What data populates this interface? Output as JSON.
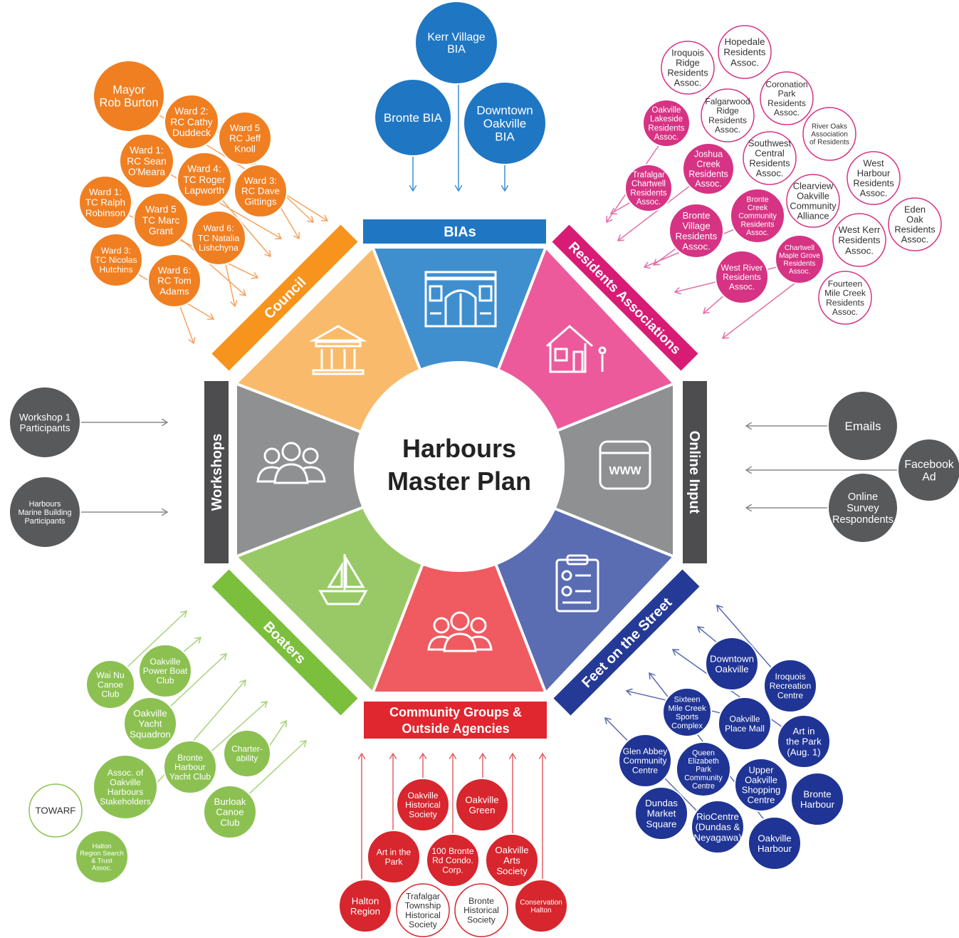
{
  "title_lines": [
    "Harbours",
    "Master Plan"
  ],
  "sectors": [
    {
      "key": "bias",
      "label": "BIAs",
      "color": "#3f8fcf",
      "band_color": "#1f77c4",
      "icon": "storefront-icon"
    },
    {
      "key": "residents",
      "label": "Residents Associations",
      "color": "#ec5a9c",
      "band_color": "#d81b74",
      "icon": "house-icon"
    },
    {
      "key": "online",
      "label": "Online Input",
      "color": "#8f9092",
      "band_color": "#4d4d4f",
      "icon": "www-icon"
    },
    {
      "key": "feet",
      "label": "Feet on the Street",
      "color": "#5a6cb2",
      "band_color": "#253996",
      "icon": "clipboard-icon"
    },
    {
      "key": "community",
      "label_lines": [
        "Community Groups &",
        "Outside Agencies"
      ],
      "color": "#ef5b60",
      "band_color": "#e0262f",
      "icon": "people-icon"
    },
    {
      "key": "boaters",
      "label": "Boaters",
      "color": "#99c966",
      "band_color": "#7cbf3c",
      "icon": "sailboat-icon"
    },
    {
      "key": "workshops",
      "label": "Workshops",
      "color": "#8f9092",
      "band_color": "#4d4d4f",
      "icon": "group-icon"
    },
    {
      "key": "council",
      "label": "Council",
      "color": "#f9bb6b",
      "band_color": "#f7941d",
      "icon": "town-hall-icon"
    }
  ],
  "groups": {
    "bias": {
      "color": "#1f77c4",
      "items": [
        {
          "lines": [
            "Kerr Village",
            "BIA"
          ]
        },
        {
          "lines": [
            "Bronte BIA"
          ]
        },
        {
          "lines": [
            "Downtown",
            "Oakville",
            "BIA"
          ]
        }
      ]
    },
    "council": {
      "color": "#f07f22",
      "items": [
        {
          "lines": [
            "Mayor",
            "Rob Burton"
          ]
        },
        {
          "lines": [
            "Ward 2:",
            "RC Cathy",
            "Duddeck"
          ]
        },
        {
          "lines": [
            "Ward 5",
            "RC Jeff",
            "Knoll"
          ]
        },
        {
          "lines": [
            "Ward 1:",
            "RC Sean",
            "O'Meara"
          ]
        },
        {
          "lines": [
            "Ward 4:",
            "TC Roger",
            "Lapworth"
          ]
        },
        {
          "lines": [
            "Ward 3:",
            "RC Dave",
            "Gittings"
          ]
        },
        {
          "lines": [
            "Ward 1:",
            "TC Ralph",
            "Robinson"
          ]
        },
        {
          "lines": [
            "Ward 5",
            "TC Marc",
            "Grant"
          ]
        },
        {
          "lines": [
            "Ward 6:",
            "TC Natalia",
            "Lishchyna"
          ]
        },
        {
          "lines": [
            "Ward 3:",
            "TC Nicolas",
            "Hutchins"
          ]
        },
        {
          "lines": [
            "Ward 6:",
            "RC Tom",
            "Adams"
          ]
        }
      ]
    },
    "residents": {
      "color": "#d63384",
      "items": [
        {
          "lines": [
            "Iroquois",
            "Ridge",
            "Residents",
            "Assoc."
          ]
        },
        {
          "lines": [
            "Hopedale",
            "Residents",
            "Assoc."
          ]
        },
        {
          "lines": [
            "Coronation",
            "Park",
            "Residents",
            "Assoc."
          ]
        },
        {
          "lines": [
            "Falgarwood",
            "Ridge",
            "Residents",
            "Assoc."
          ]
        },
        {
          "lines": [
            "Oakville",
            "Lakeside",
            "Residents",
            "Assoc."
          ]
        },
        {
          "lines": [
            "River Oaks",
            "Association",
            "of Residents"
          ]
        },
        {
          "lines": [
            "Southwest",
            "Central",
            "Residents",
            "Assoc."
          ]
        },
        {
          "lines": [
            "Joshua",
            "Creek",
            "Residents",
            "Assoc."
          ]
        },
        {
          "lines": [
            "Trafalgar",
            "Chartwell",
            "Residents",
            "Assoc."
          ]
        },
        {
          "lines": [
            "West",
            "Harbour",
            "Residents",
            "Assoc."
          ]
        },
        {
          "lines": [
            "Clearview",
            "Oakville",
            "Community",
            "Alliance"
          ]
        },
        {
          "lines": [
            "Eden",
            "Oak",
            "Residents",
            "Assoc."
          ]
        },
        {
          "lines": [
            "Bronte",
            "Creek",
            "Community",
            "Residents",
            "Assoc."
          ]
        },
        {
          "lines": [
            "Bronte",
            "Village",
            "Residents",
            "Assoc."
          ]
        },
        {
          "lines": [
            "West Kerr",
            "Residents",
            "Assoc."
          ]
        },
        {
          "lines": [
            "Chartwell",
            "Maple Grove",
            "Residents",
            "Assoc."
          ]
        },
        {
          "lines": [
            "West River",
            "Residents",
            "Assoc."
          ]
        },
        {
          "lines": [
            "Fourteen",
            "Mile Creek",
            "Residents",
            "Assoc."
          ]
        }
      ]
    },
    "online": {
      "color": "#58595b",
      "items": [
        {
          "lines": [
            "Emails"
          ]
        },
        {
          "lines": [
            "Facebook",
            "Ad"
          ]
        },
        {
          "lines": [
            "Online",
            "Survey",
            "Respondents"
          ]
        }
      ]
    },
    "workshops": {
      "color": "#58595b",
      "items": [
        {
          "lines": [
            "Workshop 1",
            "Participants"
          ]
        },
        {
          "lines": [
            "Harbours",
            "Marine Building",
            "Participants"
          ]
        }
      ]
    },
    "feet": {
      "color": "#1f3494",
      "items": [
        {
          "lines": [
            "Downtown",
            "Oakville"
          ]
        },
        {
          "lines": [
            "Iroquois",
            "Recreation",
            "Centre"
          ]
        },
        {
          "lines": [
            "Sixteen",
            "Mile Creek",
            "Sports",
            "Complex"
          ]
        },
        {
          "lines": [
            "Oakville",
            "Place Mall"
          ]
        },
        {
          "lines": [
            "Art in",
            "the Park",
            "(Aug. 1)"
          ]
        },
        {
          "lines": [
            "Glen Abbey",
            "Community",
            "Centre"
          ]
        },
        {
          "lines": [
            "Queen",
            "Elizabeth",
            "Park",
            "Community",
            "Centre"
          ]
        },
        {
          "lines": [
            "Upper",
            "Oakville",
            "Shopping",
            "Centre"
          ]
        },
        {
          "lines": [
            "Bronte",
            "Harbour"
          ]
        },
        {
          "lines": [
            "Dundas",
            "Market",
            "Square"
          ]
        },
        {
          "lines": [
            "RioCentre",
            "(Dundas &",
            "Neyagawa)"
          ]
        },
        {
          "lines": [
            "Oakville",
            "Harbour"
          ]
        }
      ]
    },
    "community": {
      "color": "#d7262e",
      "items": [
        {
          "lines": [
            "Oakville",
            "Historical",
            "Society"
          ]
        },
        {
          "lines": [
            "Oakville",
            "Green"
          ]
        },
        {
          "lines": [
            "Art in the",
            "Park"
          ]
        },
        {
          "lines": [
            "100 Bronte",
            "Rd Condo.",
            "Corp."
          ]
        },
        {
          "lines": [
            "Oakville",
            "Arts",
            "Society"
          ]
        },
        {
          "lines": [
            "Halton",
            "Region"
          ]
        },
        {
          "lines": [
            "Trafalgar",
            "Township",
            "Historical",
            "Society"
          ]
        },
        {
          "lines": [
            "Bronte",
            "Historical",
            "Society"
          ]
        },
        {
          "lines": [
            "Conservation",
            "Halton"
          ]
        }
      ]
    },
    "boaters": {
      "color": "#8cc152",
      "items": [
        {
          "lines": [
            "Oakville",
            "Power Boat",
            "Club"
          ]
        },
        {
          "lines": [
            "Wai Nu",
            "Canoe",
            "Club"
          ]
        },
        {
          "lines": [
            "Oakville",
            "Yacht",
            "Squadron"
          ]
        },
        {
          "lines": [
            "Charter-",
            "ability"
          ]
        },
        {
          "lines": [
            "Bronte",
            "Harbour",
            "Yacht Club"
          ]
        },
        {
          "lines": [
            "Assoc. of",
            "Oakville",
            "Harbours",
            "Stakeholders"
          ]
        },
        {
          "lines": [
            "Burloak",
            "Canoe",
            "Club"
          ]
        },
        {
          "lines": [
            "TOWARF"
          ]
        },
        {
          "lines": [
            "Halton",
            "Region Search",
            "& Trust",
            "Assoc."
          ]
        }
      ]
    }
  }
}
